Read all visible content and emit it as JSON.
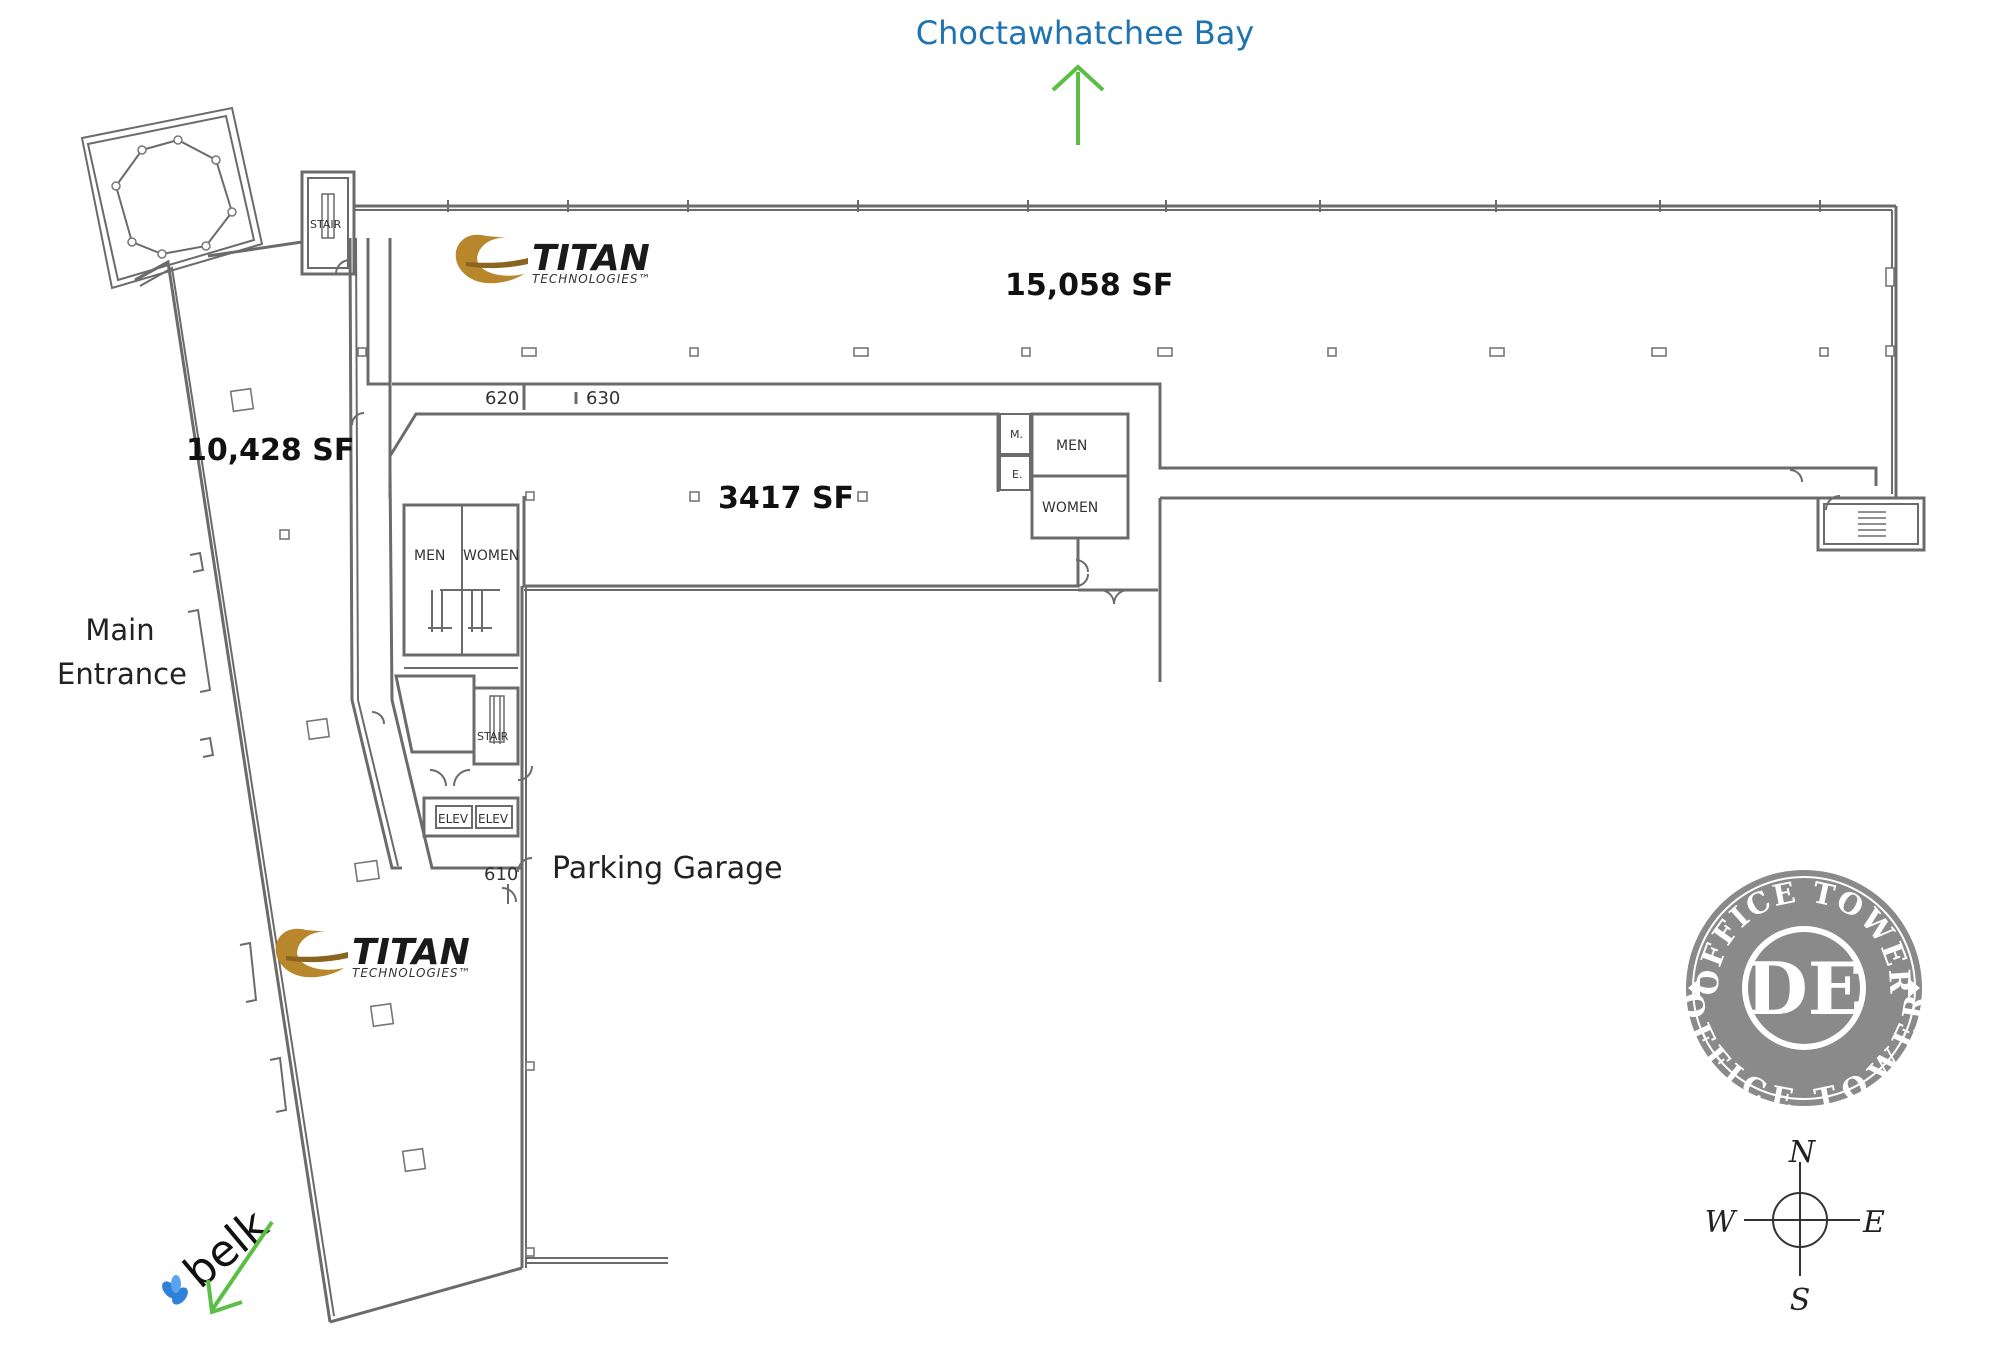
{
  "map": {
    "bay_label": "Choctawhatchee Bay",
    "areas": {
      "north_suite": "15,058 SF",
      "west_suite": "10,428 SF",
      "center_suite": "3417 SF"
    },
    "callouts": {
      "main_entrance_line1": "Main",
      "main_entrance_line2": "Entrance",
      "parking_garage": "Parking Garage"
    },
    "room_numbers": {
      "r620": "620",
      "r630": "630",
      "r610": "610"
    },
    "room_labels": {
      "men_upper": "MEN",
      "women_upper": "WOMEN",
      "m_small": "M.",
      "e_small": "E.",
      "men_core": "MEN",
      "women_core": "WOMEN",
      "stair_north": "STAIR",
      "stair_core": "STAIR",
      "elev_1": "ELEV",
      "elev_2": "ELEV"
    },
    "tenant_logos": {
      "name": "TITAN",
      "sub": "TECHNOLOGIES™"
    },
    "anchor_store": "belk",
    "seal": {
      "monogram": "DE",
      "top_text": "OFFICE TOWER",
      "bottom_text": "OFFICE TOWER"
    },
    "compass": {
      "n": "N",
      "s": "S",
      "e": "E",
      "w": "W"
    },
    "colors": {
      "arrow_green": "#5bbf45",
      "bay_blue": "#1f73b0",
      "titan_gold": "#b8862b",
      "seal_gray": "#8a8a8a",
      "wall_gray": "#6b6b6b",
      "belk_blue": "#2f80d8"
    }
  }
}
